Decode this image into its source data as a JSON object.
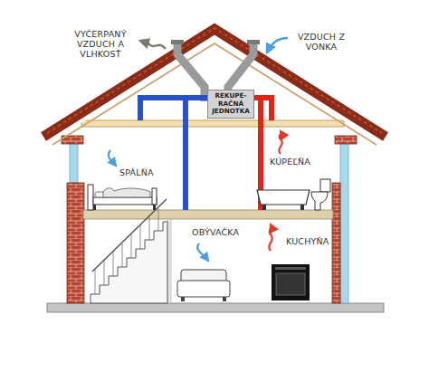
{
  "diagram": {
    "nodes": [
      {
        "text": [
          "REKUPE- RAČNÁ JEDNOTKA"
        ]
      }
    ],
    "labels": [
      "VYČERPANÝ VZDUCH A VLHKOSŤ",
      "VZDUCH Z VONKA",
      "SPÁLŇA",
      "KÚPEĽŇA",
      "OBÝVAČKA",
      "KUCHYŇA"
    ]
  }
}
